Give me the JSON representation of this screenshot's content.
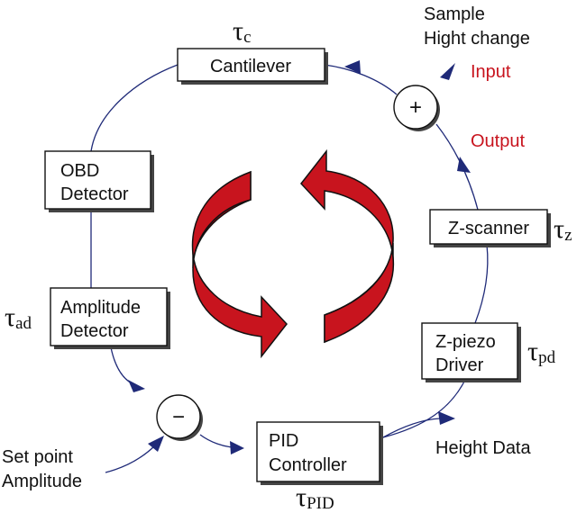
{
  "blocks": {
    "cantilever": "Cantilever",
    "obd_line1": "OBD",
    "obd_line2": "Detector",
    "amp_line1": "Amplitude",
    "amp_line2": "Detector",
    "pid_line1": "PID",
    "pid_line2": "Controller",
    "zpiezo_line1": "Z-piezo",
    "zpiezo_line2": "Driver",
    "zscanner": "Z-scanner"
  },
  "summing": {
    "plus": "+",
    "minus": "−"
  },
  "labels": {
    "sample_line1": "Sample",
    "sample_line2": "Hight change",
    "input": "Input",
    "output": "Output",
    "set_point_line1": "Set point",
    "set_point_line2": "Amplitude",
    "height_data": "Height Data"
  },
  "time_constants": {
    "tau": "τ",
    "c": "c",
    "z": "z",
    "pd": "pd",
    "pid": "PID",
    "ad": "ad"
  },
  "colors": {
    "wire": "#1f2a78",
    "accent_red": "#c8141e",
    "red_dark": "#8e0c12"
  }
}
